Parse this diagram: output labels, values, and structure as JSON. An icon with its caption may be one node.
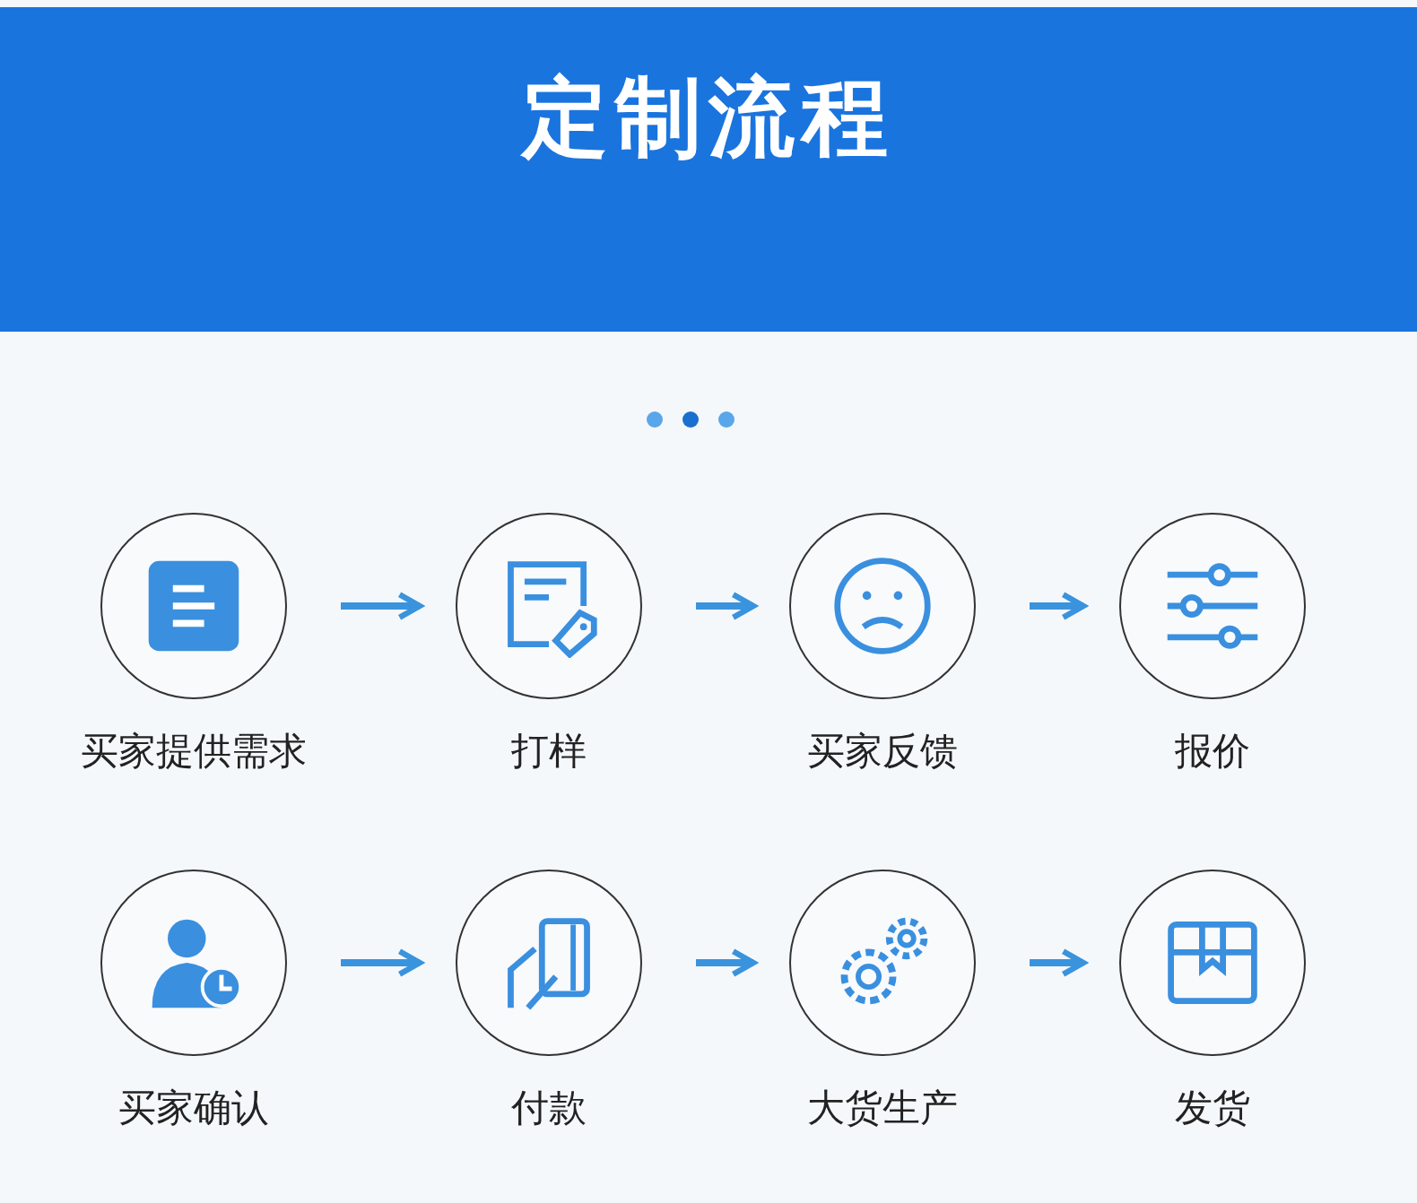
{
  "diagram": {
    "title": "定制流程",
    "nodes": [
      {
        "text": [
          "买家提供需求"
        ]
      },
      {
        "text": [
          "打样"
        ]
      },
      {
        "text": [
          "买家反馈"
        ]
      },
      {
        "text": [
          "报价"
        ]
      },
      {
        "text": [
          "买家确认"
        ]
      },
      {
        "text": [
          "付款"
        ]
      },
      {
        "text": [
          "大货生产"
        ]
      },
      {
        "text": [
          "发货"
        ]
      }
    ],
    "edges": [
      {
        "from": 0,
        "to": 1,
        "arrow": "to"
      },
      {
        "from": 1,
        "to": 2,
        "arrow": "to"
      },
      {
        "from": 2,
        "to": 3,
        "arrow": "to"
      },
      {
        "from": 4,
        "to": 5,
        "arrow": "to"
      },
      {
        "from": 5,
        "to": 6,
        "arrow": "to"
      },
      {
        "from": 6,
        "to": 7,
        "arrow": "to"
      }
    ]
  }
}
